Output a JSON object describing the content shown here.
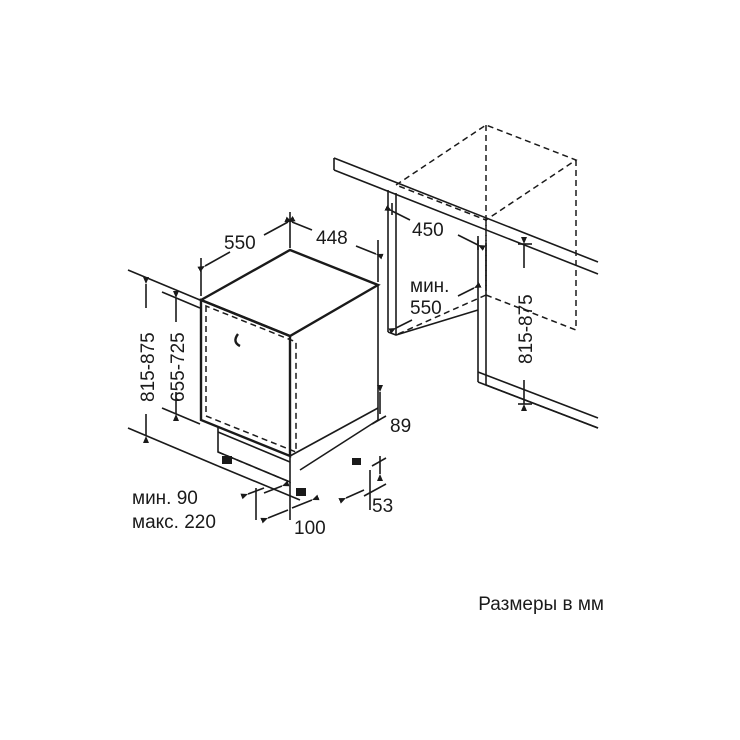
{
  "dimensions": {
    "depth": "550",
    "width": "448",
    "niche_width": "450",
    "niche_depth_min_label": "мин.",
    "niche_depth_min_value": "550",
    "height_range": "815-875",
    "body_height_range": "655-725",
    "niche_height_range": "815-875",
    "plinth_height": "89",
    "foot_offset": "53",
    "door_gap_min": "мин. 90",
    "door_gap_max": "макс. 220",
    "plinth_depth": "100"
  },
  "caption": "Размеры в мм"
}
